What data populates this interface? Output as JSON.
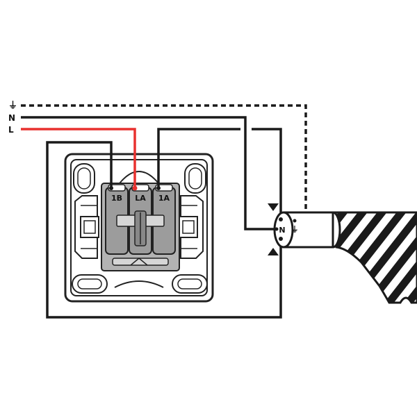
{
  "wire_labels": {
    "earth": "⏚",
    "neutral": "N",
    "live": "L"
  },
  "terminals": {
    "left": "1B",
    "center": "LA",
    "right": "1A"
  },
  "connector": {
    "label": "N",
    "earth_symbol": "⏚"
  },
  "colors": {
    "wire_black": "#1a1a1a",
    "wire_red": "#e8312f",
    "device_gray": "#b3b3b3",
    "outline": "#222222",
    "background": "#ffffff"
  }
}
